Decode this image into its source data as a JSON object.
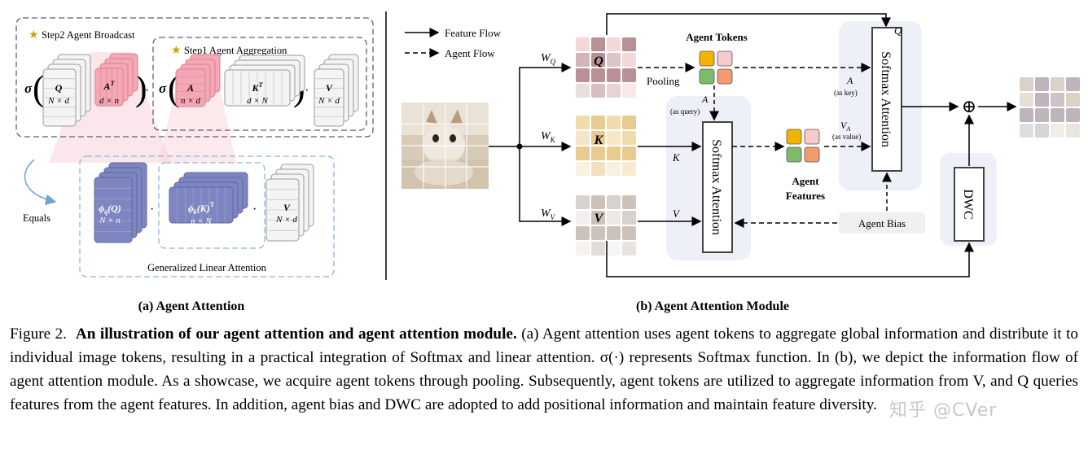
{
  "left_panel": {
    "step2": "Step2  Agent Broadcast",
    "step1": "Step1  Agent Aggregation",
    "sigma": "σ",
    "q": {
      "name": "Q",
      "dim": "N × d"
    },
    "at": {
      "name": "A",
      "sup": "T",
      "dim": "d × n"
    },
    "a": {
      "name": "A",
      "dim": "n × d"
    },
    "kt": {
      "name": "K",
      "sup": "T",
      "dim": "d × N"
    },
    "v": {
      "name": "V",
      "dim": "N × d"
    },
    "phiq": {
      "name": "ϕ",
      "sub": "q",
      "arg": "(Q)",
      "dim": "N × n"
    },
    "phik": {
      "name": "ϕ",
      "sub": "k",
      "arg": "(K)",
      "sup": "T",
      "dim": "n × N"
    },
    "v2": {
      "name": "V",
      "dim": "N × d"
    },
    "equals": "Equals",
    "gla": "Generalized Linear Attention",
    "dot": "·"
  },
  "right_panel": {
    "legend_feature": "Feature Flow",
    "legend_agent": "Agent Flow",
    "wq": "W",
    "wq_sub": "Q",
    "wk": "W",
    "wk_sub": "K",
    "wv": "W",
    "wv_sub": "V",
    "q_label": "Q",
    "k_label": "K",
    "v_label": "V",
    "agent_tokens": "Agent Tokens",
    "pooling": "Pooling",
    "a_label": "A",
    "as_query": "(as query)",
    "softmax1": "Softmax Attention",
    "k_in": "K",
    "v_in": "V",
    "agent_features_1": "Agent",
    "agent_features_2": "Features",
    "softmax2": "Softmax Attention",
    "q_top": "Q",
    "a_key": "A",
    "as_key": "(as key)",
    "va": "V",
    "va_sub": "A",
    "as_value": "(as value)",
    "agent_bias": "Agent Bias",
    "dwc": "DWC",
    "plus": "⊕"
  },
  "subcaptions": {
    "a": "(a) Agent Attention",
    "b": "(b) Agent Attention Module"
  },
  "caption": {
    "label": "Figure 2.",
    "bold": "An illustration of our agent attention and agent attention module.",
    "text": "(a) Agent attention uses agent tokens to aggregate global information and distribute it to individual image tokens, resulting in a practical integration of Softmax and linear attention. σ(·) represents Softmax function. In (b), we depict the information flow of agent attention module. As a showcase, we acquire agent tokens through pooling. Subsequently, agent tokens are utilized to aggregate information from V, and Q queries features from the agent features. In addition, agent bias and DWC are adopted to add positional information and maintain feature diversity."
  },
  "watermark": "知乎 @CVer",
  "colors": {
    "pink": "#f4a7b5",
    "purple": "#7d86c0",
    "grey": "#f0f0f0",
    "panel": "#eef0f8",
    "q_grid": [
      "#f2d6d6",
      "#d9c2c8",
      "#b48a8f",
      "#cdb1b6"
    ],
    "k_grid": [
      "#efd9a8",
      "#f5e6c2",
      "#e6c88a",
      "#f2e3c8"
    ],
    "v_grid": [
      "#d6cfc9",
      "#ece7e2",
      "#c9bfb5",
      "#f1efec"
    ],
    "out_grid": [
      "#d9cfc4",
      "#c9c0c6",
      "#b9b0b8",
      "#e4ddd3"
    ],
    "token_colors": [
      "#f2b400",
      "#f7c9cc",
      "#7dbb6a",
      "#f29b6e"
    ]
  }
}
